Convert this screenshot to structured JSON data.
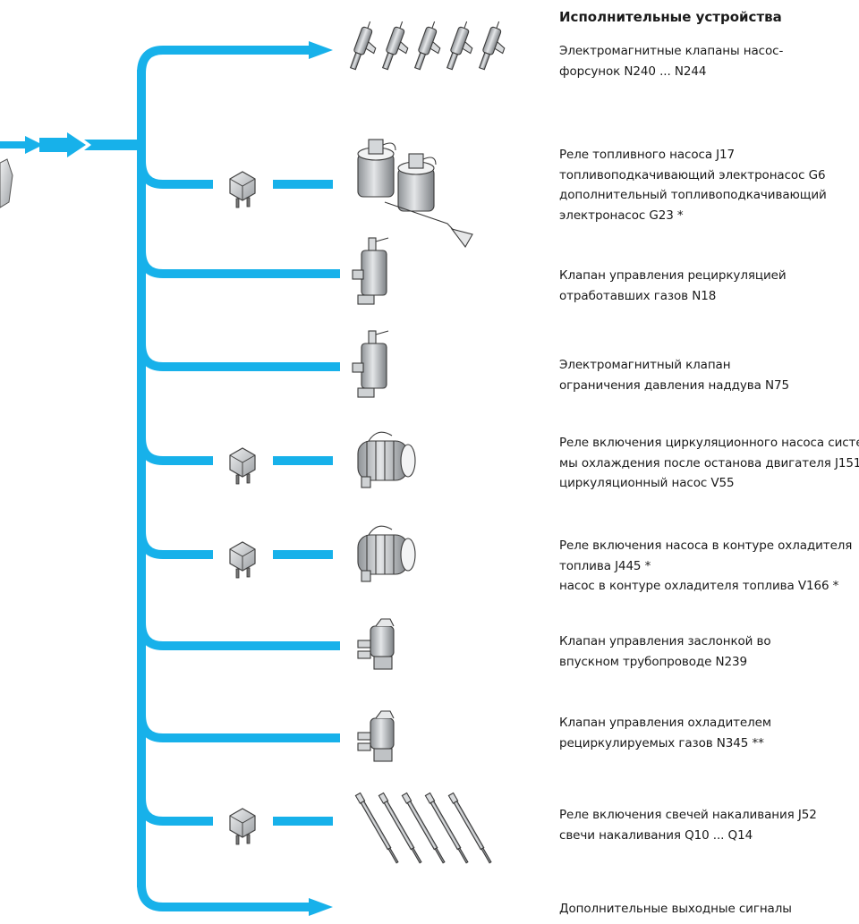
{
  "title": "Исполнительные устройства",
  "colors": {
    "arrow": "#17b1ea",
    "relay": "#bfc3c8"
  },
  "items": [
    {
      "lines": [
        "Электромагнитные клапаны насос-",
        "форсунок N240 ... N244"
      ],
      "icon": "injector-icons",
      "relay": false
    },
    {
      "lines": [
        "Реле топливного насоса J17",
        "топливоподкачивающий электронасос G6",
        "дополнительный топливоподкачивающий",
        "электронасос G23 *"
      ],
      "icon": "fuel-pump-icons",
      "relay": true
    },
    {
      "lines": [
        "Клапан управления рециркуляцией",
        "отработавших газов N18"
      ],
      "icon": "egr-valve-icon",
      "relay": false
    },
    {
      "lines": [
        "Электромагнитный клапан",
        "ограничения давления наддува N75"
      ],
      "icon": "boost-valve-icon",
      "relay": false
    },
    {
      "lines": [
        "Реле включения циркуляционного насоса систе-",
        "мы охлаждения после останова двигателя J151",
        "циркуляционный насос V55"
      ],
      "icon": "coolant-pump-icon",
      "relay": true
    },
    {
      "lines": [
        "Реле включения насоса в контуре охладителя",
        "топлива J445 *",
        "насос в контуре охладителя топлива V166 *"
      ],
      "icon": "fuel-cooler-pump-icon",
      "relay": true
    },
    {
      "lines": [
        "Клапан управления заслонкой во",
        "впускном трубопроводе N239"
      ],
      "icon": "intake-flap-valve-icon",
      "relay": false
    },
    {
      "lines": [
        "Клапан управления охладителем",
        "рециркулируемых газов N345 **"
      ],
      "icon": "egr-cooler-valve-icon",
      "relay": false
    },
    {
      "lines": [
        "Реле включения свечей накаливания J52",
        "свечи накаливания Q10 ... Q14"
      ],
      "icon": "glow-plug-icons",
      "relay": true
    },
    {
      "lines": [
        "Дополнительные выходные сигналы"
      ],
      "icon": "output-arrow-icon",
      "relay": false
    }
  ]
}
